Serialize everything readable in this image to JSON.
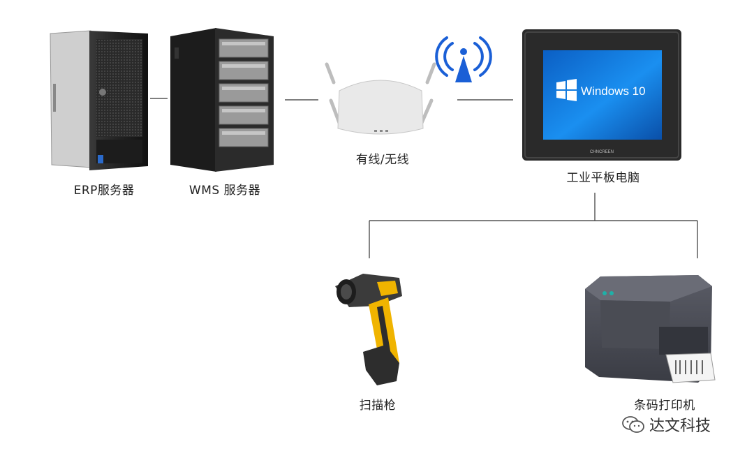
{
  "labels": {
    "erp_server": "ERP服务器",
    "wms_server": "WMS 服务器",
    "access_point": "有线/无线",
    "tablet": "工业平板电脑",
    "scanner": "扫描枪",
    "printer": "条码打印机"
  },
  "screen": {
    "os_text": "Windows 10",
    "brand_text": "CHNCREEN"
  },
  "watermark": {
    "text": "达文科技",
    "icon": "wechat-icon"
  },
  "colors": {
    "line": "#333333",
    "wifi": "#1a5fd6",
    "screen_blue": "#1a7fe0",
    "scanner_yellow": "#f0b400"
  }
}
